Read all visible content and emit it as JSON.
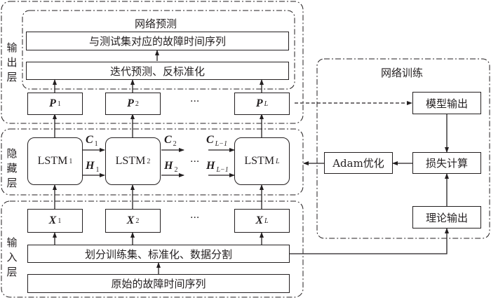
{
  "layers": {
    "output": {
      "label": "输出层"
    },
    "hidden": {
      "label": "隐藏层"
    },
    "input": {
      "label": "输入层"
    }
  },
  "prediction": {
    "title": "网络预测",
    "result_box": "与测试集对应的故障时间序列",
    "process_box": "迭代预测、反标准化"
  },
  "outputs": [
    {
      "var": "P",
      "sub": "1",
      "sub_italic": false
    },
    {
      "var": "P",
      "sub": "2",
      "sub_italic": false
    },
    {
      "var": "P",
      "sub": "L",
      "sub_italic": true
    }
  ],
  "lstm_cells": [
    {
      "name": "LSTM",
      "sub": "1",
      "sub_italic": false
    },
    {
      "name": "LSTM",
      "sub": "2",
      "sub_italic": false
    },
    {
      "name": "LSTM",
      "sub": "L",
      "sub_italic": true
    }
  ],
  "states": [
    {
      "c": "C",
      "c_sub": "1",
      "h": "H",
      "h_sub": "1"
    },
    {
      "c": "C",
      "c_sub": "2",
      "h": "H",
      "h_sub": "2"
    },
    {
      "c": "C",
      "c_sub": "L−1",
      "h": "H",
      "h_sub": "L−1"
    }
  ],
  "inputs": [
    {
      "var": "X",
      "sub": "1",
      "sub_italic": false
    },
    {
      "var": "X",
      "sub": "2",
      "sub_italic": false
    },
    {
      "var": "X",
      "sub": "L",
      "sub_italic": true
    }
  ],
  "ellipsis": "···",
  "preprocess_box": "划分训练集、标准化、数据分割",
  "raw_box": "原始的故障时间序列",
  "training": {
    "title": "网络训练",
    "model_output": "模型输出",
    "loss": "损失计算",
    "optimizer": "Adam优化",
    "theory_output": "理论输出"
  }
}
